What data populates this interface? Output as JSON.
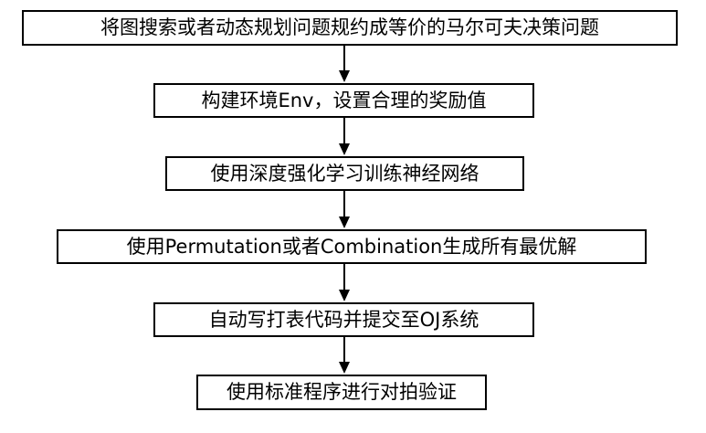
{
  "diagram": {
    "type": "flowchart",
    "direction": "top-to-bottom",
    "steps": [
      {
        "label": "将图搜索或者动态规划问题规约成等价的马尔可夫决策问题"
      },
      {
        "label": "构建环境Env，设置合理的奖励值"
      },
      {
        "label": "使用深度强化学习训练神经网络"
      },
      {
        "label": "使用Permutation或者Combination生成所有最优解"
      },
      {
        "label": "自动写打表代码并提交至OJ系统"
      },
      {
        "label": "使用标准程序进行对拍验证"
      }
    ],
    "edges": [
      {
        "from": 1,
        "to": 2
      },
      {
        "from": 2,
        "to": 3
      },
      {
        "from": 3,
        "to": 4
      },
      {
        "from": 4,
        "to": 5
      },
      {
        "from": 5,
        "to": 6
      }
    ],
    "colors": {
      "background": "#ffffff",
      "box_border": "#000000",
      "text": "#000000",
      "arrow": "#000000"
    }
  }
}
